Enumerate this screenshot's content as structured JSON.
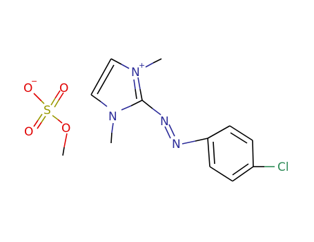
{
  "diagram": {
    "type": "chemical-structure",
    "colors": {
      "carbon_bond": "#000000",
      "nitrogen": "#2b2b99",
      "oxygen": "#e00000",
      "sulfur": "#999900",
      "chlorine": "#2e8b57"
    },
    "anion": {
      "name": "methyl sulfate",
      "atoms": {
        "o_minus": "O",
        "o_minus_charge": "−",
        "o_top": "O",
        "s": "S",
        "o_bottom": "O",
        "o_methoxy": "O"
      }
    },
    "cation": {
      "name": "2-[(4-chlorophenyl)diazenyl]-1,3-dimethylimidazolium",
      "atoms": {
        "n_plus": "N",
        "n_plus_charge": "+",
        "n1": "N",
        "azo_n1": "N",
        "azo_n2": "N",
        "cl": "Cl"
      }
    }
  }
}
